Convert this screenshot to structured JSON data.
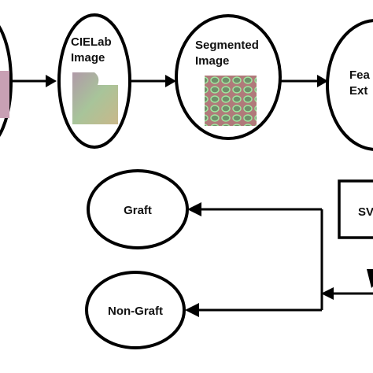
{
  "nodes": {
    "cielab": {
      "line1": "CIELab",
      "line2": "Image"
    },
    "segmented": {
      "line1": "Segmented",
      "line2": "Image"
    },
    "feature": {
      "line1": "Fea",
      "line2": "Ext"
    },
    "svm": {
      "label": "SV"
    },
    "graft": {
      "label": "Graft"
    },
    "nongraft": {
      "label": "Non-Graft"
    }
  },
  "colors": {
    "stroke": "#000000",
    "background": "#ffffff"
  }
}
